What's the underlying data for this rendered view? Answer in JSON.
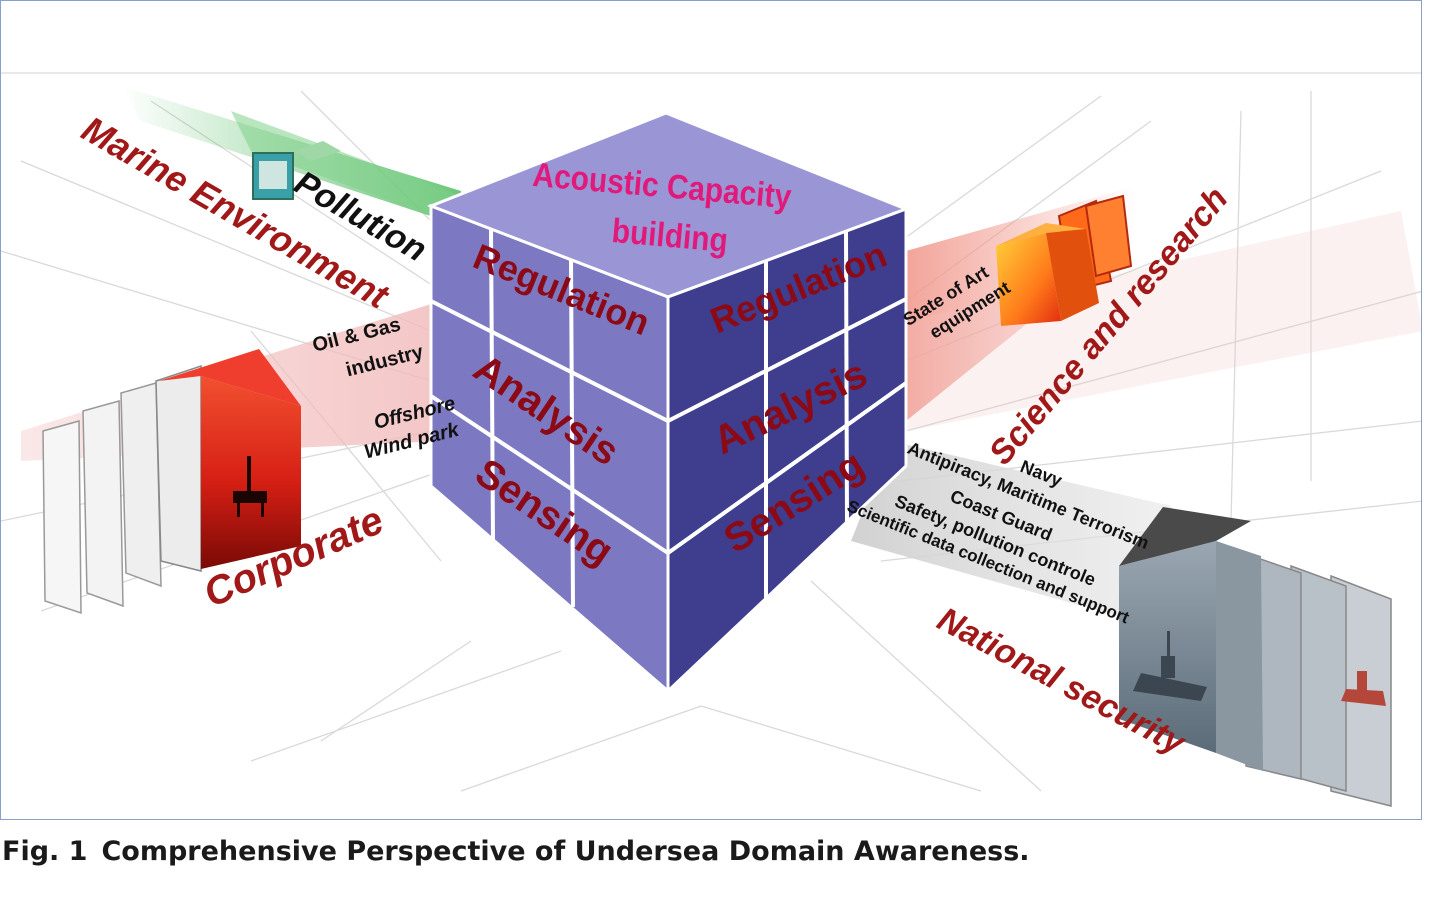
{
  "colors": {
    "cube_top": "#9a96d6",
    "cube_left": "#7d78c2",
    "cube_right": "#3f3d8e",
    "cube_grid": "#ffffff",
    "top_text": "#e0197a",
    "face_text": "#8b0a16",
    "label_red": "#a01818",
    "beam_green": "#5cc06a",
    "beam_pink": "#f2bcbc",
    "beam_red": "#f19a8e",
    "beam_gray": "#d6d6d6"
  },
  "cube": {
    "top_label_line1": "Acoustic Capacity",
    "top_label_line2": "building",
    "left_face": [
      "Regulation",
      "Analysis",
      "Sensing"
    ],
    "right_face": [
      "Regulation",
      "Analysis",
      "Sensing"
    ]
  },
  "beams": {
    "marine": {
      "title": "Marine Environment",
      "sub": "Pollution"
    },
    "corporate": {
      "title": "Corporate",
      "item1_line1": "Oil & Gas",
      "item1_line2": "industry",
      "item2_line1": "Offshore",
      "item2_line2": "Wind park"
    },
    "science": {
      "title": "Science and research",
      "item_line1": "State of Art",
      "item_line2": "equipment"
    },
    "security": {
      "title": "National security",
      "items": [
        "Navy",
        "Antipiracy, Maritime Terrorism",
        "Coast Guard",
        "Safety, pollution controle",
        "Scientific data collection and support"
      ]
    }
  },
  "caption": {
    "number": "Fig. 1",
    "text": "Comprehensive Perspective of Undersea Domain Awareness."
  }
}
